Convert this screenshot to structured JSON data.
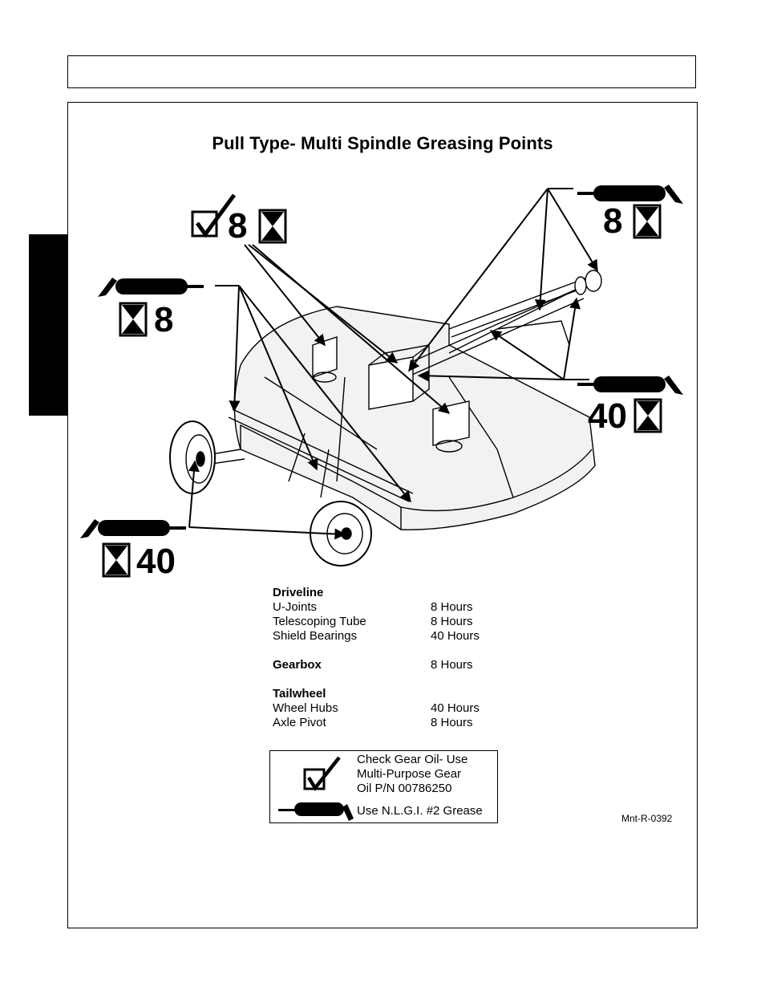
{
  "page": {
    "title": "Pull Type- Multi Spindle Greasing Points",
    "reference_code": "Mnt-R-0392"
  },
  "callouts": {
    "gearbox_interval": "8",
    "driveline_ujoints_interval": "8",
    "shield_bearings_interval": "40",
    "axle_pivot_interval": "8",
    "wheel_hubs_interval": "40"
  },
  "schedule": {
    "driveline": {
      "title": "Driveline",
      "items": [
        {
          "label": "U-Joints",
          "value": "8 Hours"
        },
        {
          "label": "Telescoping Tube",
          "value": "8 Hours"
        },
        {
          "label": "Shield Bearings",
          "value": "40 Hours"
        }
      ]
    },
    "gearbox": {
      "title": "Gearbox",
      "value": "8 Hours"
    },
    "tailwheel": {
      "title": "Tailwheel",
      "items": [
        {
          "label": "Wheel Hubs",
          "value": "40 Hours"
        },
        {
          "label": "Axle Pivot",
          "value": "8 Hours"
        }
      ]
    }
  },
  "legend": {
    "check_lines": [
      "Check Gear Oil- Use",
      "Multi-Purpose Gear",
      "Oil P/N 00786250"
    ],
    "grease_text": "Use N.L.G.I. #2 Grease"
  },
  "icons": [
    "checkbox-icon",
    "hourglass-icon",
    "grease-gun-icon"
  ],
  "colors": {
    "ink": "#000000",
    "paper": "#ffffff",
    "deck_shade": "#f2f2f2"
  }
}
